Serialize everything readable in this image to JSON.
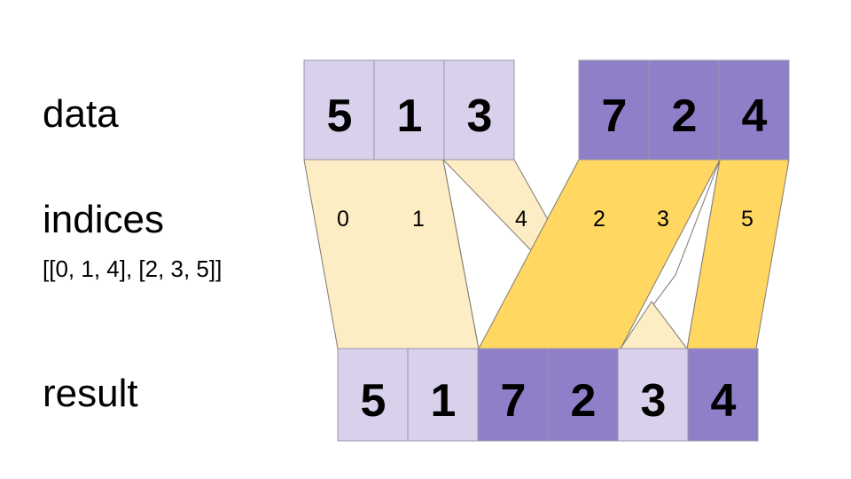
{
  "diagram": {
    "title_row_labels": {
      "data": "data",
      "indices": "indices",
      "result": "result"
    },
    "indices_expression": "[[0, 1, 4], [2, 3, 5]]",
    "colors": {
      "light_purple": "#d9d1ec",
      "dark_purple": "#8f7fc8",
      "light_yellow": "#fdedc5",
      "dark_yellow": "#ffd761",
      "cell_stroke": "#9a94a8",
      "ribbon_stroke": "#8a8278",
      "background": "#ffffff",
      "text": "#000000"
    },
    "data_row": {
      "label": "data",
      "groups": [
        {
          "name": "group-light",
          "shade": "light",
          "cells": [
            {
              "value": "5",
              "index": "0"
            },
            {
              "value": "1",
              "index": "1"
            },
            {
              "value": "3",
              "index": "2"
            }
          ]
        },
        {
          "name": "group-dark",
          "shade": "dark",
          "cells": [
            {
              "value": "7",
              "index": "3"
            },
            {
              "value": "2",
              "index": "4"
            },
            {
              "value": "4",
              "index": "5"
            }
          ]
        }
      ]
    },
    "indices_row": {
      "label": "indices",
      "expression": "[[0, 1, 4], [2, 3, 5]]",
      "ribbons": [
        {
          "name": "ribbon-index-0",
          "index_label": "0",
          "shade": "light"
        },
        {
          "name": "ribbon-index-1",
          "index_label": "1",
          "shade": "light"
        },
        {
          "name": "ribbon-index-4",
          "index_label": "4",
          "shade": "light"
        },
        {
          "name": "ribbon-index-2",
          "index_label": "2",
          "shade": "dark"
        },
        {
          "name": "ribbon-index-3",
          "index_label": "3",
          "shade": "dark"
        },
        {
          "name": "ribbon-index-5",
          "index_label": "5",
          "shade": "dark"
        }
      ]
    },
    "result_row": {
      "label": "result",
      "cells": [
        {
          "value": "5",
          "shade": "light"
        },
        {
          "value": "1",
          "shade": "light"
        },
        {
          "value": "7",
          "shade": "dark"
        },
        {
          "value": "2",
          "shade": "dark"
        },
        {
          "value": "3",
          "shade": "light"
        },
        {
          "value": "4",
          "shade": "dark"
        }
      ]
    }
  }
}
